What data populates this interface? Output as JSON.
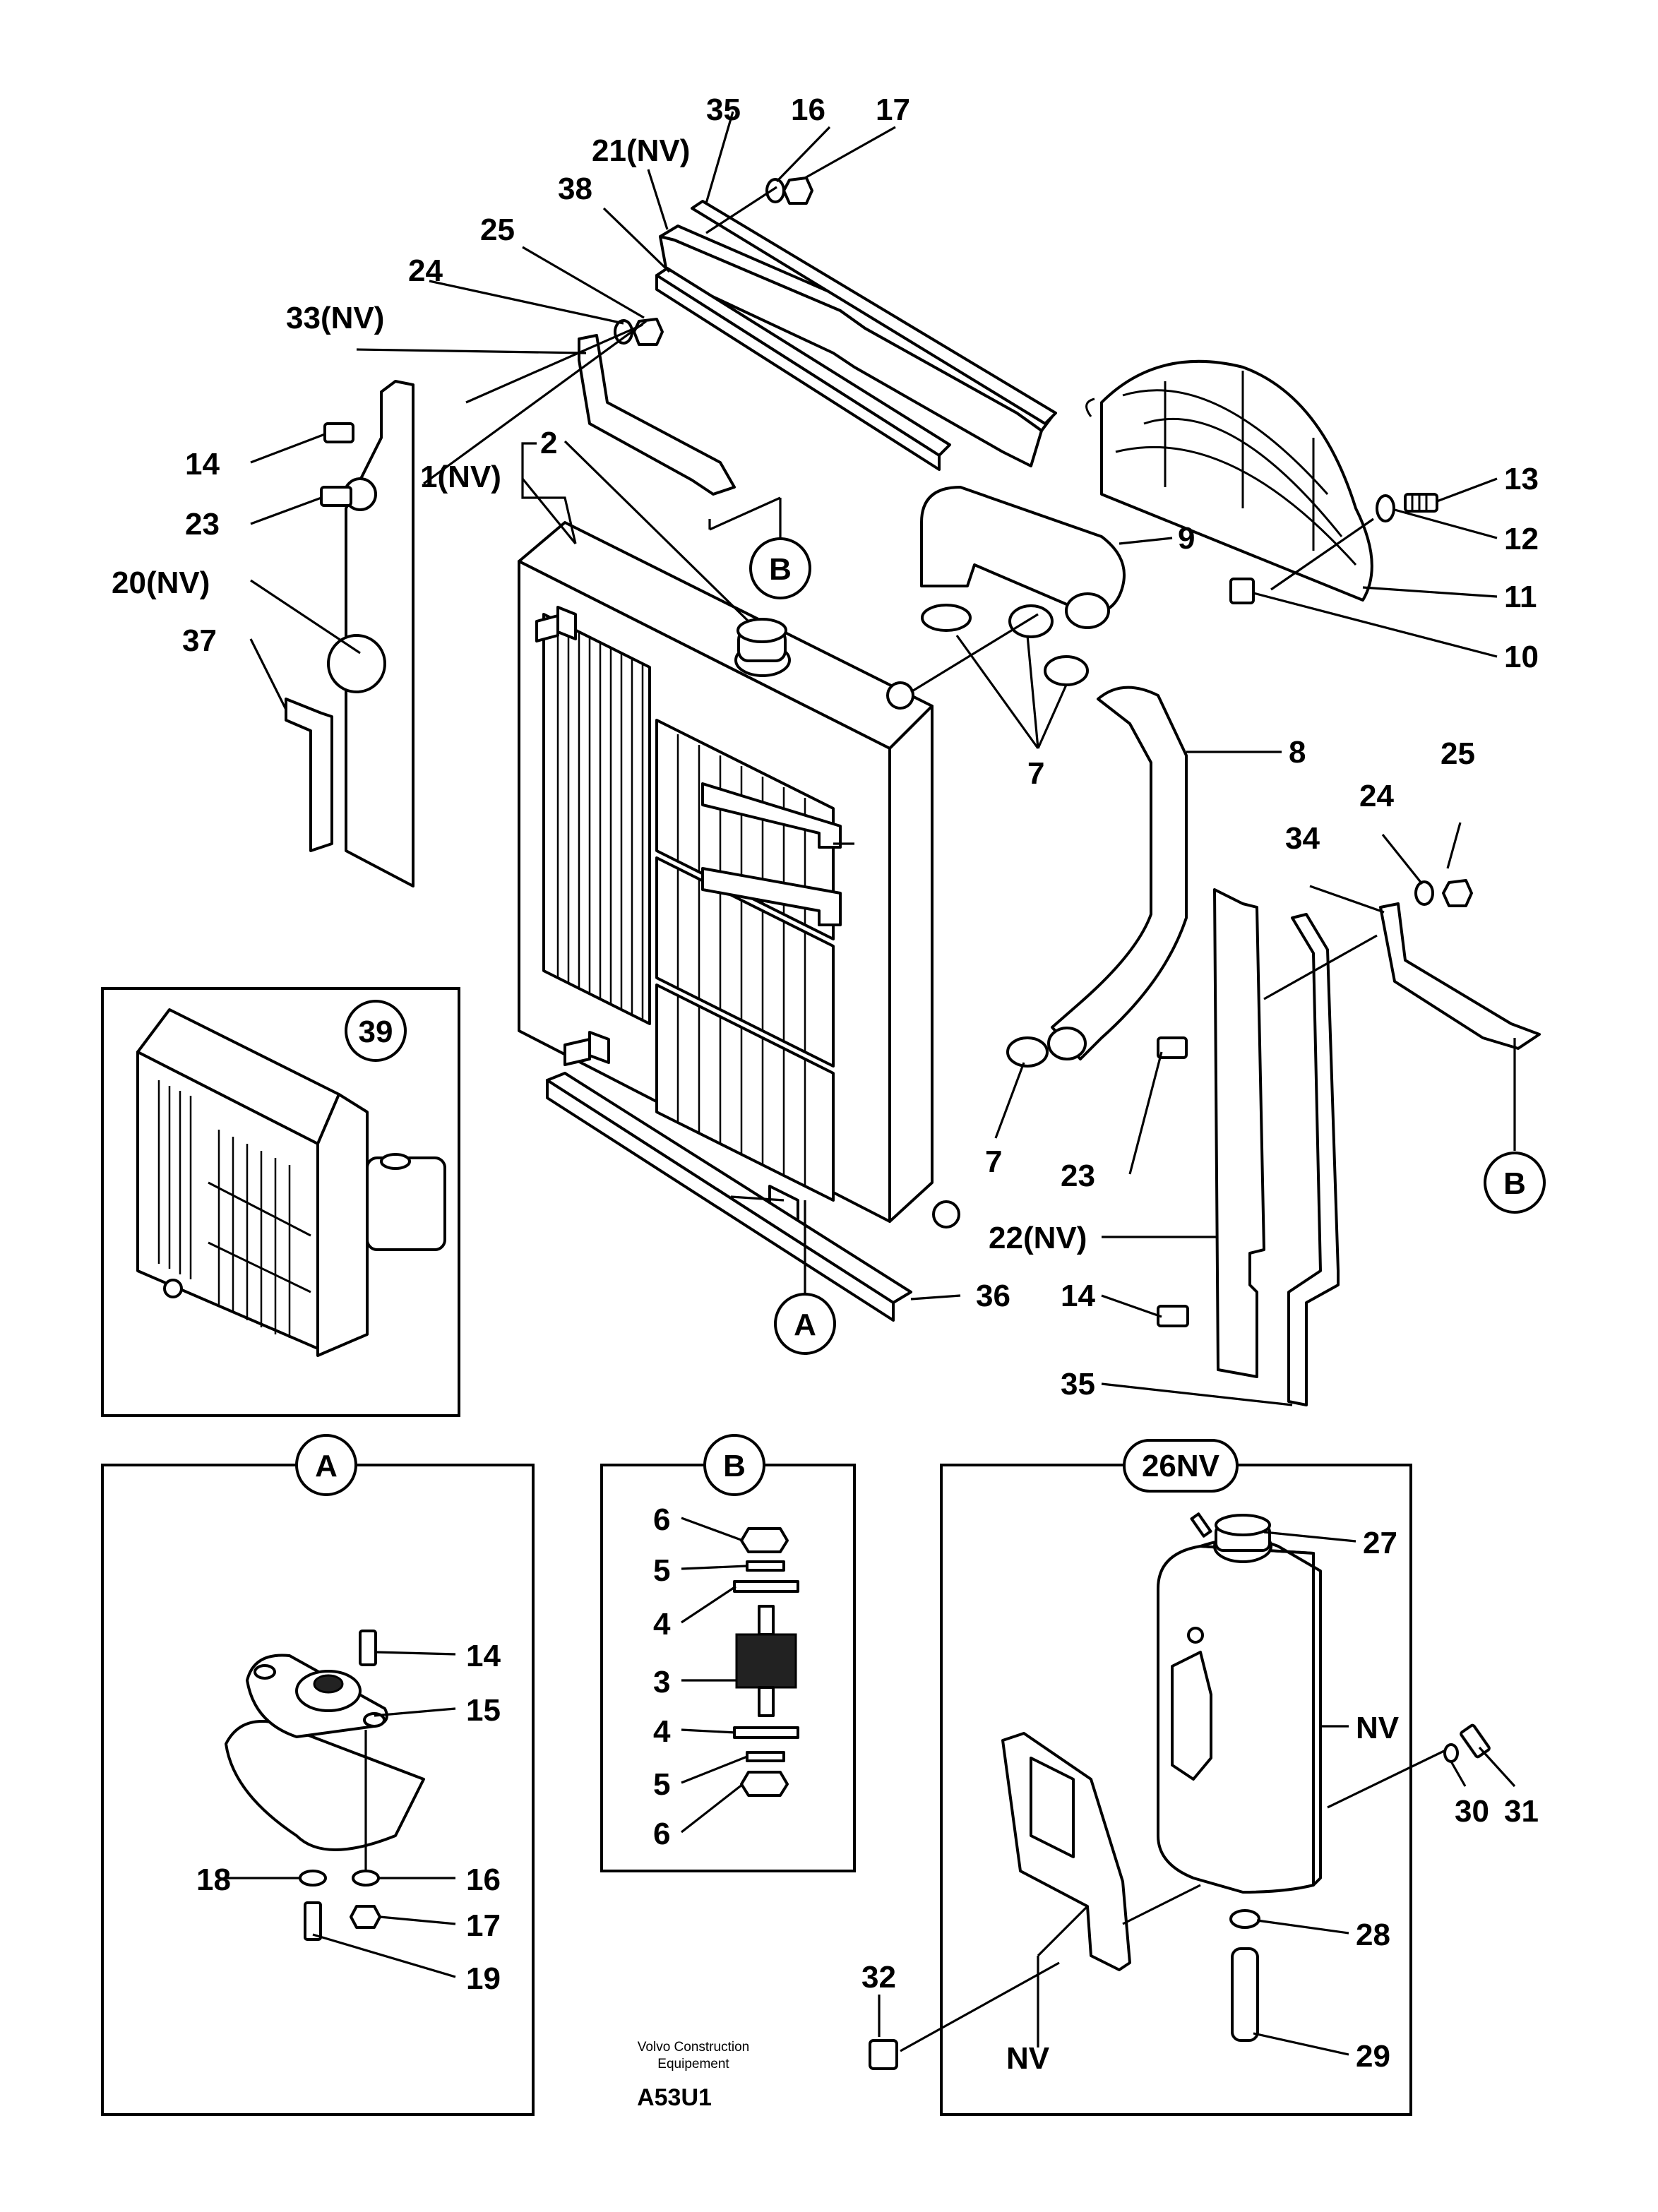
{
  "diagram": {
    "labels": [
      "35",
      "16",
      "17",
      "21(NV)",
      "38",
      "25",
      "24",
      "33(NV)",
      "14",
      "23",
      "20(NV)",
      "37",
      "1(NV)",
      "2",
      "13",
      "12",
      "11",
      "10",
      "9",
      "8",
      "7",
      "7",
      "25",
      "24",
      "34",
      "23",
      "22(NV)",
      "14",
      "35",
      "36"
    ],
    "inset_labels": [
      "14",
      "15",
      "18",
      "16",
      "17",
      "19"
    ],
    "b_labels": [
      "6",
      "5",
      "4",
      "3",
      "4",
      "5",
      "6"
    ],
    "tank_labels": [
      "27",
      "NV",
      "30",
      "31",
      "28",
      "29",
      "32",
      "NV"
    ],
    "callouts": {
      "a": "A",
      "b": "B",
      "view39": "39",
      "tank": "26NV"
    },
    "footer": {
      "company_line1": "Volvo Construction",
      "company_line2": "Equipement",
      "code": "A53U1"
    }
  }
}
